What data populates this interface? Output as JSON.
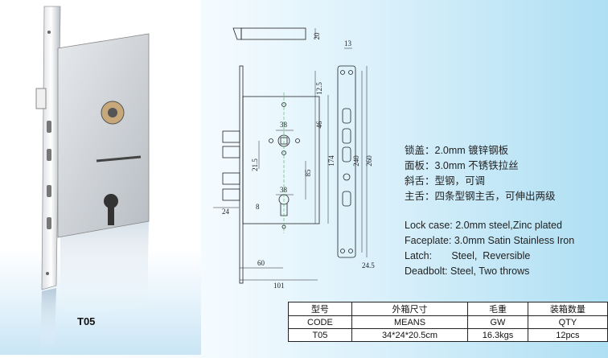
{
  "product": {
    "code_label": "T05"
  },
  "drawing": {
    "dimensions": [
      "20",
      "13",
      "12.5",
      "46",
      "38",
      "174",
      "260",
      "240",
      "21.5",
      "85",
      "38",
      "8",
      "24",
      "24.5",
      "60",
      "101"
    ]
  },
  "specs_zh": [
    "锁盖：2.0mm 镀锌钢板",
    "面板：3.0mm 不锈铁拉丝",
    "斜舌：型钢，可调",
    "主舌：四条型钢主舌，可伸出两级"
  ],
  "specs_en": [
    "Lock case: 2.0mm steel,Zinc plated",
    "Faceplate: 3.0mm Satin Stainless Iron",
    "Latch:       Steel,  Reversible",
    "Deadbolt: Steel, Two throws"
  ],
  "table": {
    "headers_zh": [
      "型号",
      "外箱尺寸",
      "毛重",
      "装箱数量"
    ],
    "headers_en": [
      "CODE",
      "MEANS",
      "GW",
      "QTY"
    ],
    "row": [
      "T05",
      "34*24*20.5cm",
      "16.3kgs",
      "12pcs"
    ]
  }
}
